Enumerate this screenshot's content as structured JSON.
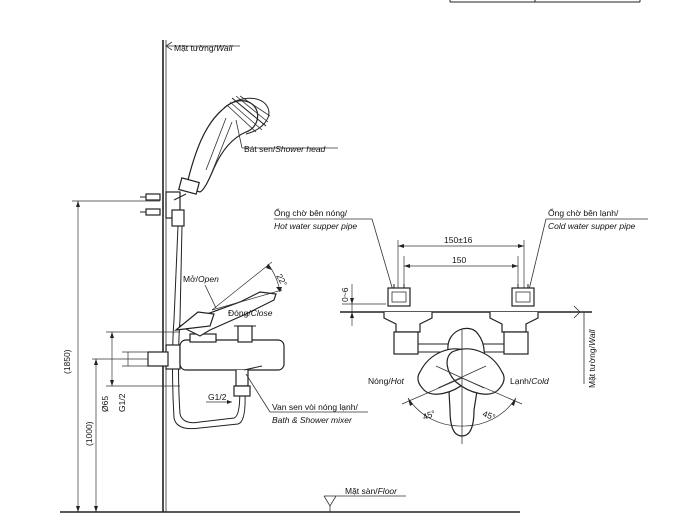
{
  "labels": {
    "wall_top_vi": "Mặt tường/",
    "wall_top_en": "Wall",
    "shower_head_vi": "Bát sen/",
    "shower_head_en": "Shower head",
    "open_vi": "Mở/",
    "open_en": "Open",
    "close_vi": "Đóng/",
    "close_en": "Close",
    "mixer_vi": "Van sen vòi nóng lạnh/",
    "mixer_en": "Bath & Shower mixer",
    "floor_vi": "Mặt sàn/",
    "floor_en": "Floor",
    "hot_pipe_vi": "Ống chờ bên nóng/",
    "hot_pipe_en": "Hot water supper pipe",
    "cold_pipe_vi": "Ống chờ bên lạnh/",
    "cold_pipe_en": "Cold water supper pipe",
    "hot_vi": "Nóng/",
    "hot_en": "Hot",
    "cold_vi": "Lạnh/",
    "cold_en": "Cold",
    "wall_side_vi": "Mặt tường/",
    "wall_side_en": "Wall"
  },
  "dimensions": {
    "height_total": "(1850)",
    "height_mixer": "(1000)",
    "diameter": "Ø65",
    "thread_left": "G1/2",
    "thread_bottom": "G1/2",
    "handle_angle": "22°",
    "spacing_tolerance": "150±16",
    "spacing": "150",
    "depth_range": "0~6",
    "angle_left": "45°",
    "angle_right": "45°"
  }
}
